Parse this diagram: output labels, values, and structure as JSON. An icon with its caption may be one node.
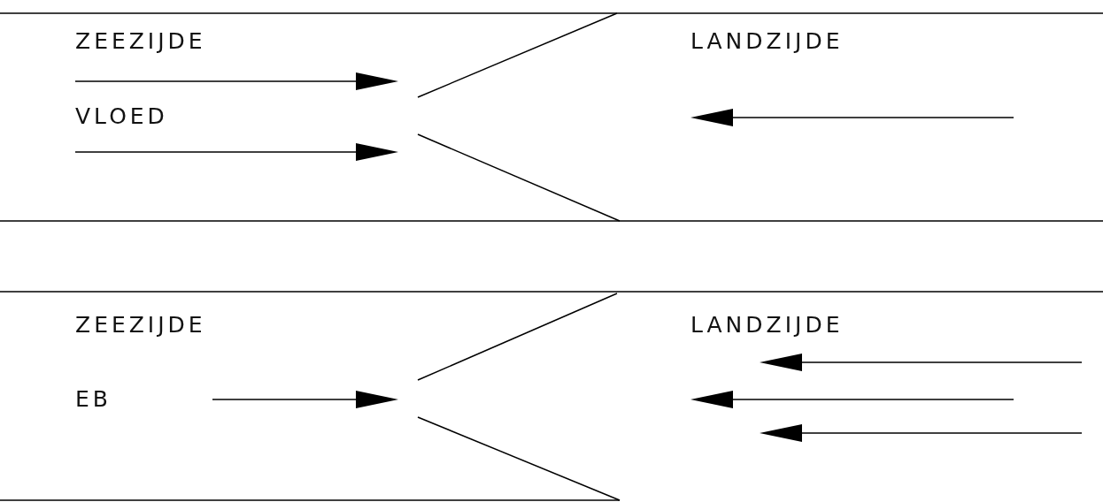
{
  "diagram": {
    "labels": [
      "ZEEZIJDE",
      "LANDZIJDE",
      "VLOED",
      "ZEEZIJDE",
      "LANDZIJDE",
      "EB"
    ]
  }
}
